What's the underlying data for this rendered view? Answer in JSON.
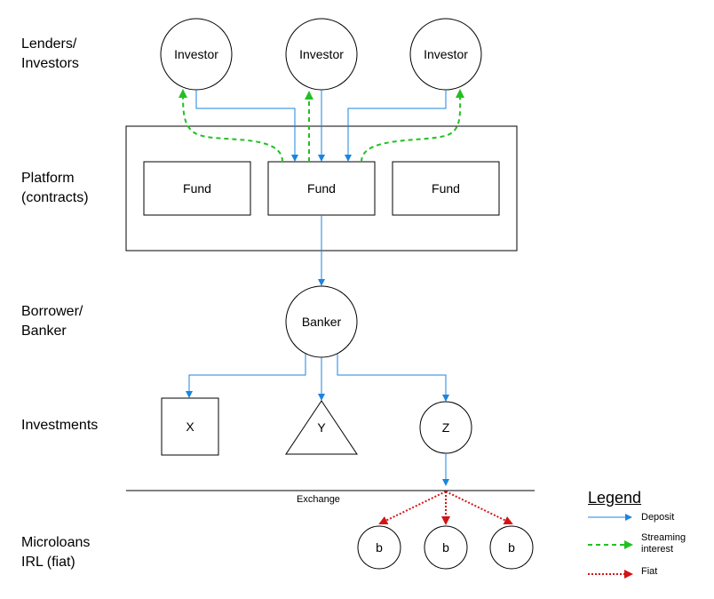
{
  "rows": {
    "lenders": "Lenders/\nInvestors",
    "platform": "Platform\n(contracts)",
    "borrower": "Borrower/\nBanker",
    "investments": "Investments",
    "microloans": "Microloans\nIRL (fiat)"
  },
  "nodes": {
    "investor_1": "Investor",
    "investor_2": "Investor",
    "investor_3": "Investor",
    "fund_1": "Fund",
    "fund_2": "Fund",
    "fund_3": "Fund",
    "banker": "Banker",
    "x": "X",
    "y": "Y",
    "z": "Z",
    "b_1": "b",
    "b_2": "b",
    "b_3": "b"
  },
  "exchange_label": "Exchange",
  "legend": {
    "title": "Legend",
    "deposit": "Deposit",
    "streaming": "Streaming\ninterest",
    "fiat": "Fiat"
  },
  "colors": {
    "deposit": "#1a85e0",
    "streaming": "#22c022",
    "fiat": "#d11414"
  }
}
